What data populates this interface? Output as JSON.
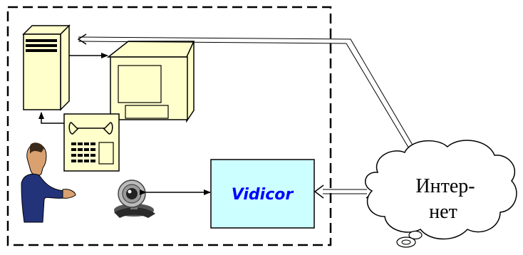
{
  "vidicor": {
    "label": "Vidicor",
    "fill": "#CCFFFF",
    "text_color": "#0000FF"
  },
  "internet": {
    "line1": "Интер-",
    "line2": "нет"
  },
  "colors": {
    "device_fill": "#FFFFCC",
    "stroke": "#000000"
  },
  "icons": {
    "server": "server-tower-icon",
    "monitor": "crt-monitor-icon",
    "phone": "desk-telephone-icon",
    "person": "person-icon",
    "webcam": "webcam-icon",
    "cloud": "internet-cloud-icon"
  }
}
